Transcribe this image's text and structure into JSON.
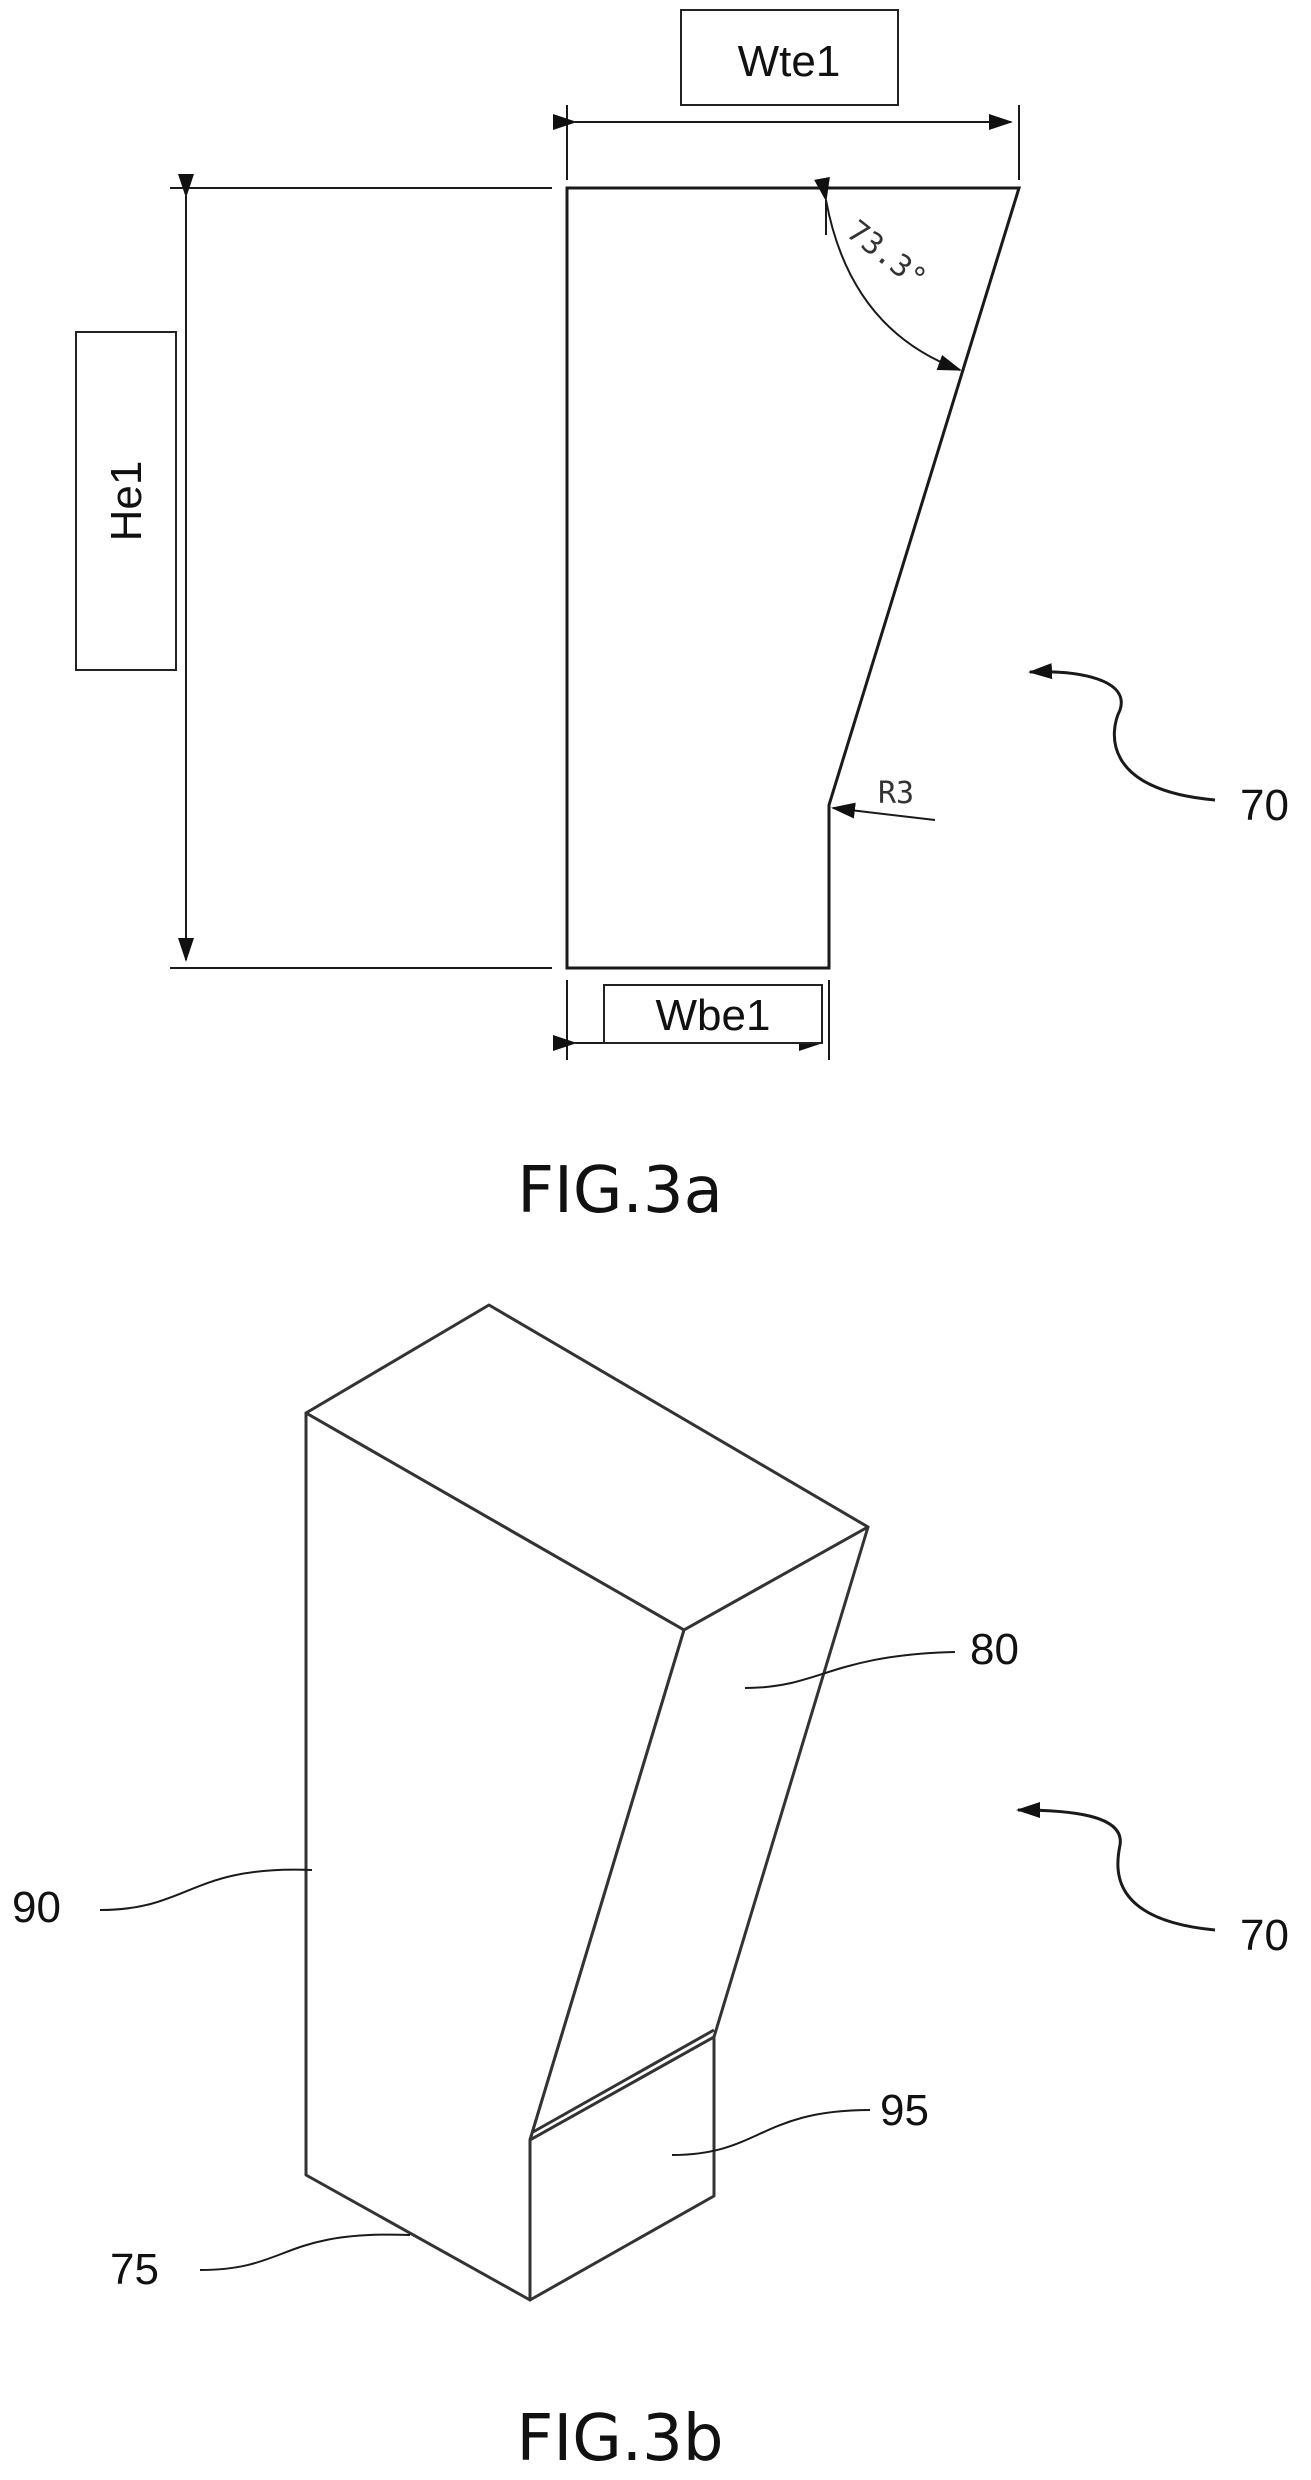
{
  "fig_a": {
    "label_top_width": "Wte1",
    "label_height": "He1",
    "label_bottom_width": "Wbe1",
    "angle": "73.3°",
    "radius": "R3",
    "ref_part": "70",
    "caption": "FIG.3a"
  },
  "fig_b": {
    "ref_slope_face": "80",
    "ref_side_face": "90",
    "ref_step_face": "95",
    "ref_bottom_edge": "75",
    "ref_part": "70",
    "caption": "FIG.3b"
  }
}
